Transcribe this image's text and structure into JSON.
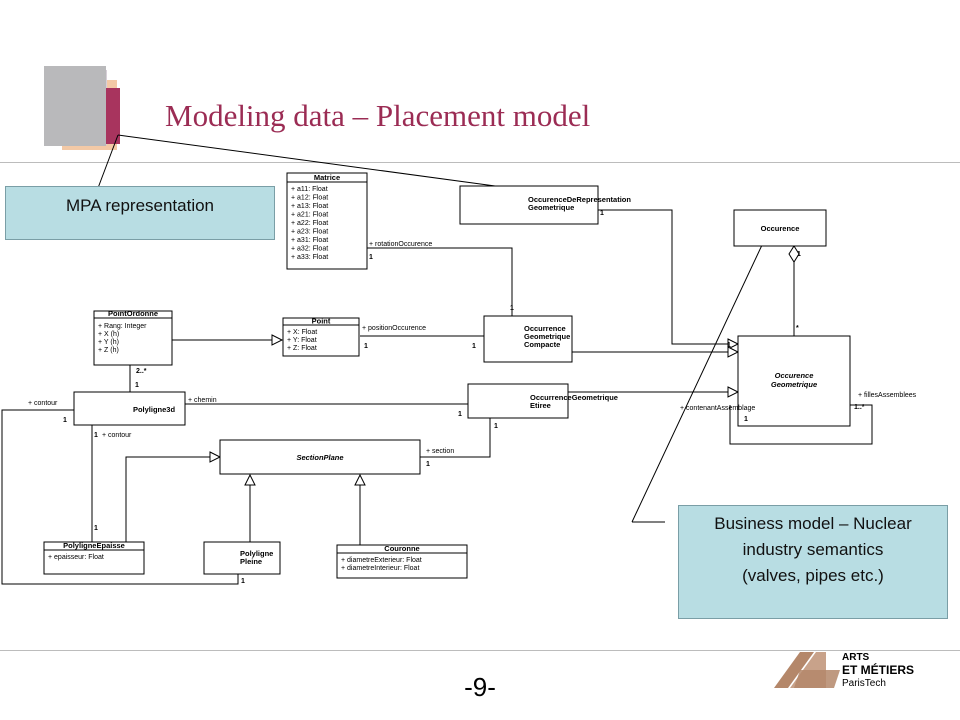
{
  "slide": {
    "title": "Modeling data – Placement model",
    "page_number": "-9-"
  },
  "notes": {
    "mpa": "MPA representation",
    "business_lines": [
      "Business model – Nuclear",
      "industry semantics",
      "(valves, pipes etc.)"
    ]
  },
  "logo": {
    "line1": "ARTS",
    "line2": "ET MÉTIERS",
    "line3": "ParisTech"
  },
  "uml": {
    "matrice": {
      "name": "Matrice",
      "attributes": [
        "+ a11: Float",
        "+ a12: Float",
        "+ a13: Float",
        "+ a21: Float",
        "+ a22: Float",
        "+ a23: Float",
        "+ a31: Float",
        "+ a32: Float",
        "+ a33: Float"
      ]
    },
    "occurrence_de_representation": {
      "name_lines": [
        "OccurenceDeRepresentation",
        "Geometrique"
      ]
    },
    "occurence": {
      "name": "Occurence"
    },
    "point_ordonne": {
      "name": "PointOrdonne",
      "attributes": [
        "+ Rang: Integer",
        "+  X (h)",
        "+  Y (h)",
        "+  Z (h)"
      ]
    },
    "point": {
      "name": "Point",
      "attributes": [
        "+ X: Float",
        "+ Y: Float",
        "+ Z: Float"
      ]
    },
    "occurrence_compacte": {
      "name_lines": [
        "Occurrence",
        "Geometrique",
        "Compacte"
      ]
    },
    "occurence_geometrique": {
      "name_lines": [
        "Occurence",
        "Geometrique"
      ]
    },
    "polyligne3d": {
      "name": "Polyligne3d"
    },
    "occurrence_etiree": {
      "name_lines": [
        "OccurrenceGeometrique",
        "Etiree"
      ]
    },
    "section_plane": {
      "name": "SectionPlane"
    },
    "polyligne_epaisse": {
      "name": "PolyligneEpaisse",
      "attributes": [
        "+ epaisseur: Float"
      ]
    },
    "polyligne_pleine": {
      "name_lines": [
        "Polyligne",
        "Pleine"
      ]
    },
    "couronne": {
      "name": "Couronne",
      "attributes": [
        "+ diametreExterieur: Float",
        "+ diametreInterieur: Float"
      ]
    },
    "labels": {
      "rotation_occurence": "+ rotationOccurence",
      "position_occurence": "+ positionOccurence",
      "chemin": "+ chemin",
      "contour_left": "+ contour",
      "contour_below": "+ contour",
      "section": "+ section",
      "filles_assemblees": "+ fillesAssemblees",
      "contenant_assemblage": "+ contenantAssemblage"
    },
    "multiplicities": {
      "one": "1",
      "two_many": "2..*",
      "many": "*",
      "one_many": "1..*"
    }
  }
}
